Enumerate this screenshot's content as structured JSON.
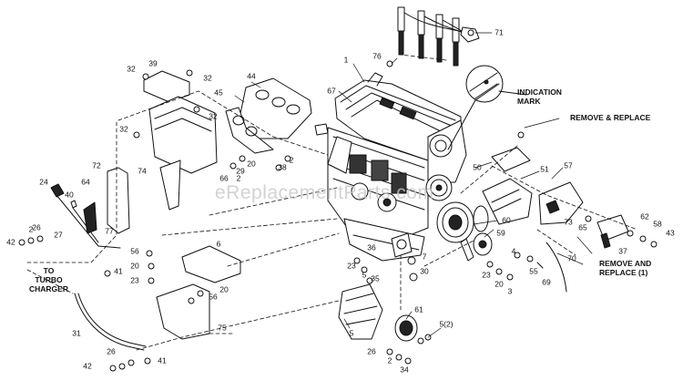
{
  "diagram": {
    "callouts": [
      {
        "id": "c1",
        "text": "1"
      },
      {
        "id": "c2a",
        "text": "2"
      },
      {
        "id": "c2b",
        "text": "2"
      },
      {
        "id": "c2c",
        "text": "2"
      },
      {
        "id": "c2d",
        "text": "2"
      },
      {
        "id": "c3",
        "text": "3"
      },
      {
        "id": "c4",
        "text": "4"
      },
      {
        "id": "c5a",
        "text": "5"
      },
      {
        "id": "c5b",
        "text": "5"
      },
      {
        "id": "c5c",
        "text": "5(2)"
      },
      {
        "id": "c6",
        "text": "6"
      },
      {
        "id": "c7",
        "text": "7"
      },
      {
        "id": "c20a",
        "text": "20"
      },
      {
        "id": "c20b",
        "text": "20"
      },
      {
        "id": "c20c",
        "text": "20"
      },
      {
        "id": "c20d",
        "text": "20"
      },
      {
        "id": "c23a",
        "text": "23"
      },
      {
        "id": "c23b",
        "text": "23"
      },
      {
        "id": "c23c",
        "text": "23"
      },
      {
        "id": "c24",
        "text": "24"
      },
      {
        "id": "c26a",
        "text": "26"
      },
      {
        "id": "c26b",
        "text": "26"
      },
      {
        "id": "c26c",
        "text": "26"
      },
      {
        "id": "c27",
        "text": "27"
      },
      {
        "id": "c29",
        "text": "29"
      },
      {
        "id": "c30",
        "text": "30"
      },
      {
        "id": "c31",
        "text": "31"
      },
      {
        "id": "c32a",
        "text": "32"
      },
      {
        "id": "c32b",
        "text": "32"
      },
      {
        "id": "c32c",
        "text": "32"
      },
      {
        "id": "c32d",
        "text": "32"
      },
      {
        "id": "c34",
        "text": "34"
      },
      {
        "id": "c35",
        "text": "35"
      },
      {
        "id": "c36",
        "text": "36"
      },
      {
        "id": "c37",
        "text": "37"
      },
      {
        "id": "c38",
        "text": "38"
      },
      {
        "id": "c39",
        "text": "39"
      },
      {
        "id": "c40",
        "text": "40"
      },
      {
        "id": "c41a",
        "text": "41"
      },
      {
        "id": "c41b",
        "text": "41"
      },
      {
        "id": "c42a",
        "text": "42"
      },
      {
        "id": "c42b",
        "text": "42"
      },
      {
        "id": "c43",
        "text": "43"
      },
      {
        "id": "c44",
        "text": "44"
      },
      {
        "id": "c45",
        "text": "45"
      },
      {
        "id": "c50",
        "text": "50"
      },
      {
        "id": "c51",
        "text": "51"
      },
      {
        "id": "c55",
        "text": "55"
      },
      {
        "id": "c56a",
        "text": "56"
      },
      {
        "id": "c56b",
        "text": "56"
      },
      {
        "id": "c57",
        "text": "57"
      },
      {
        "id": "c58",
        "text": "58"
      },
      {
        "id": "c59",
        "text": "59"
      },
      {
        "id": "c60",
        "text": "60"
      },
      {
        "id": "c61",
        "text": "61"
      },
      {
        "id": "c62",
        "text": "62"
      },
      {
        "id": "c64",
        "text": "64"
      },
      {
        "id": "c65",
        "text": "65"
      },
      {
        "id": "c66",
        "text": "66"
      },
      {
        "id": "c67",
        "text": "67"
      },
      {
        "id": "c69",
        "text": "69"
      },
      {
        "id": "c70",
        "text": "70"
      },
      {
        "id": "c71",
        "text": "71"
      },
      {
        "id": "c72",
        "text": "72"
      },
      {
        "id": "c73",
        "text": "73"
      },
      {
        "id": "c74",
        "text": "74"
      },
      {
        "id": "c75",
        "text": "75"
      },
      {
        "id": "c76",
        "text": "76"
      },
      {
        "id": "c77",
        "text": "77"
      }
    ],
    "notes": {
      "indication_mark": "INDICATION\nMARK",
      "remove_replace": "REMOVE & REPLACE",
      "remove_and_replace_1": "REMOVE AND\nREPLACE (1)",
      "to_turbo_charger": "TO\nTURBO\nCHARGER"
    },
    "watermark": "eReplacementParts.com"
  },
  "colors": {
    "ink": "#111111",
    "watermark": "#c8c8c8",
    "background": "#ffffff"
  }
}
